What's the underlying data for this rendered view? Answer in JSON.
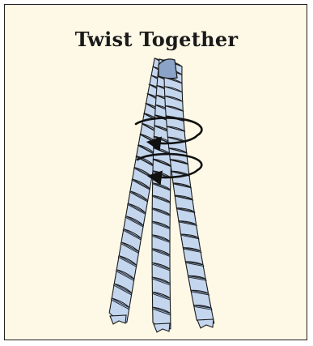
{
  "title": "Twist Together",
  "colors": {
    "background": "#fdf9e6",
    "border": "#222222",
    "strand_light": "#c4d6ee",
    "strand_dark": "#8aa3c6",
    "outline": "#1a1a1a",
    "arrow": "#111111"
  },
  "icons": [
    "rope-strand",
    "rotation-arrow"
  ],
  "strands": 3,
  "rotation_arrows": 2
}
